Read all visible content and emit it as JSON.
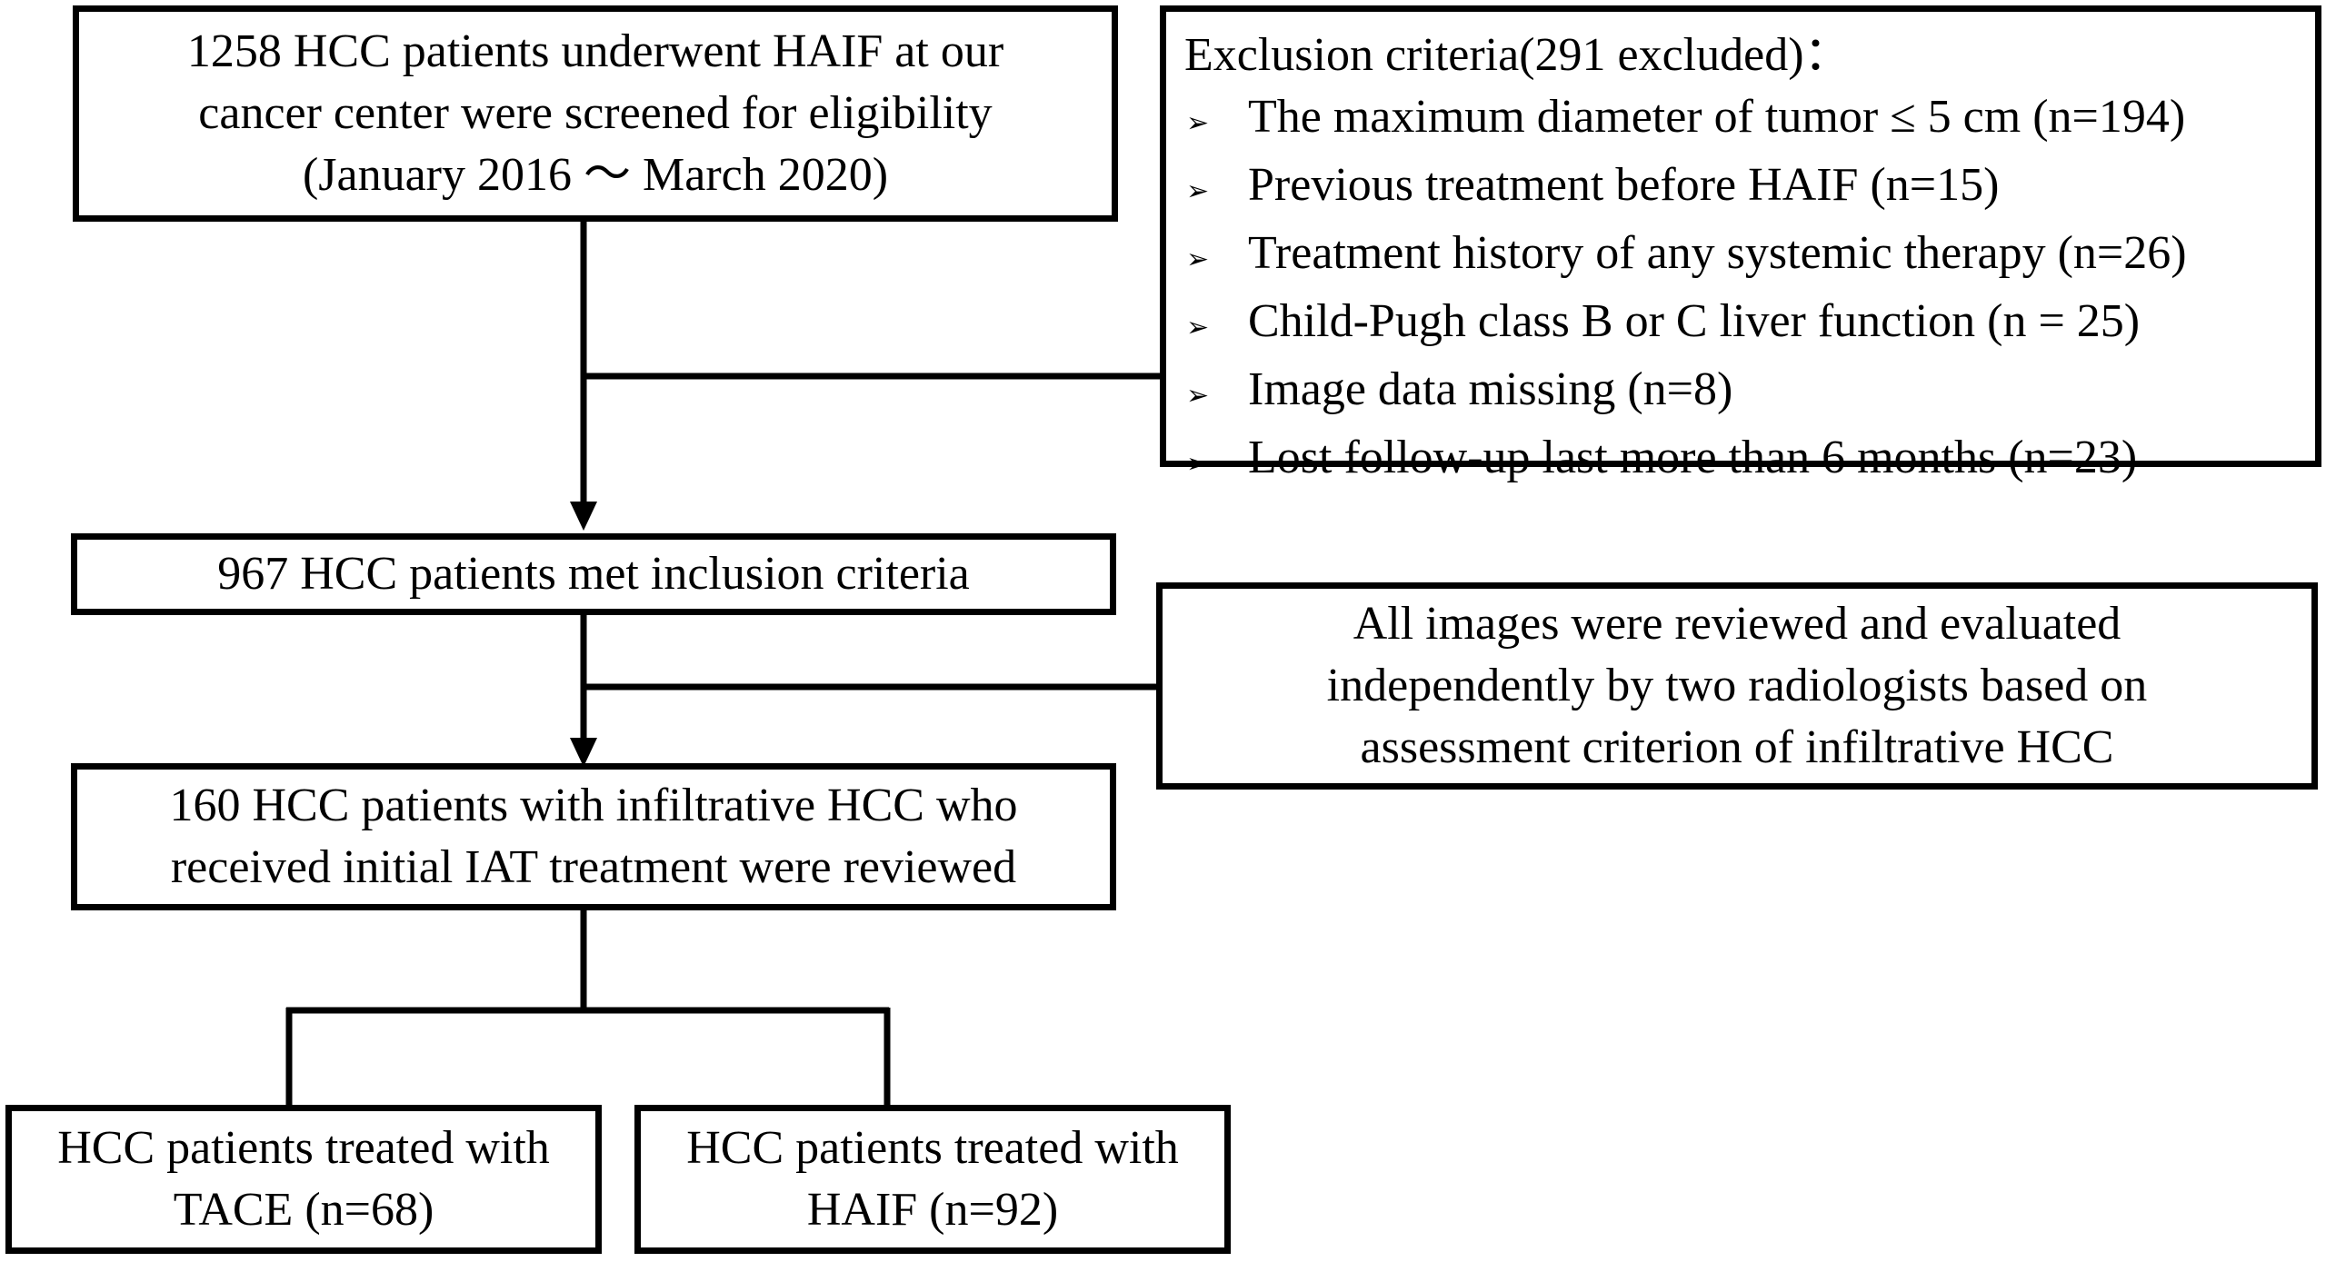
{
  "colors": {
    "line": "#000000",
    "background": "#ffffff"
  },
  "screening": {
    "lines": [
      "1258 HCC patients underwent HAIF at our",
      "cancer center were screened for eligibility",
      "(January 2016 ～ March 2020)"
    ]
  },
  "exclusion": {
    "title": "Exclusion criteria(291 excluded)：",
    "bullet": "➢",
    "items": [
      "The maximum diameter of tumor ≤ 5 cm (n=194)",
      "Previous treatment before HAIF (n=15)",
      "Treatment history of any systemic therapy (n=26)",
      "Child-Pugh class B or C liver function (n = 25)",
      "Image data missing (n=8)",
      "Lost follow-up last more than 6 months (n=23)"
    ]
  },
  "inclusion": {
    "lines": [
      "967 HCC patients met inclusion criteria"
    ]
  },
  "review": {
    "lines": [
      "All images were reviewed and evaluated",
      "independently by two radiologists based on",
      "assessment criterion of infiltrative HCC"
    ]
  },
  "infiltrative": {
    "lines": [
      "160 HCC patients with  infiltrative HCC who",
      "received initial IAT treatment were reviewed"
    ]
  },
  "tace": {
    "lines": [
      "HCC patients treated with",
      "TACE (n=68)"
    ]
  },
  "haif": {
    "lines": [
      "HCC patients treated with",
      "HAIF (n=92)"
    ]
  }
}
